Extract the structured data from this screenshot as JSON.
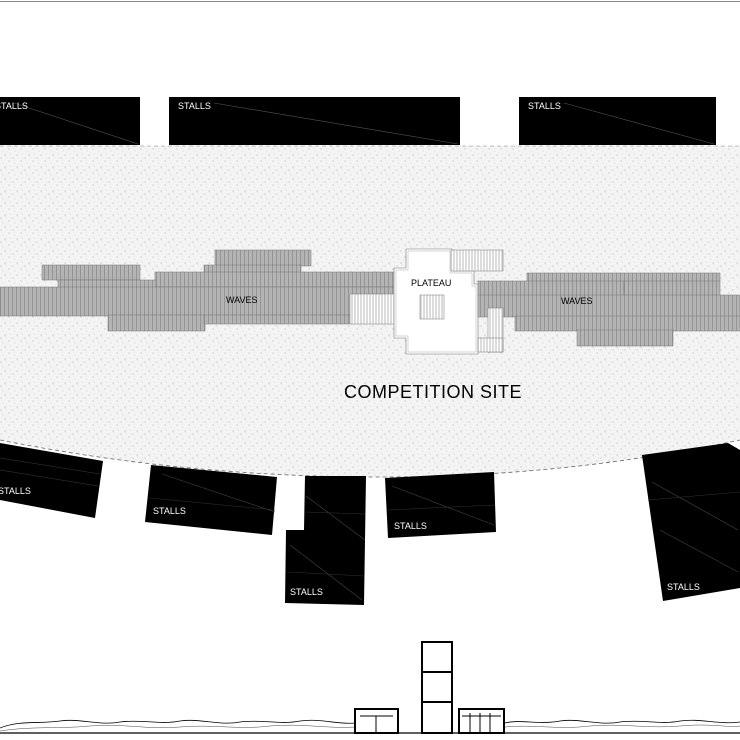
{
  "labels": {
    "stalls": "STALLS",
    "waves": "WAVES",
    "plateau": "PLATEAU",
    "site": "COMPETITION SITE"
  },
  "colors": {
    "stalls": "#000000",
    "waves": "#a8a8a8",
    "site_fill": "#e9e9e9",
    "plateau": "#ffffff",
    "line": "#000000"
  }
}
